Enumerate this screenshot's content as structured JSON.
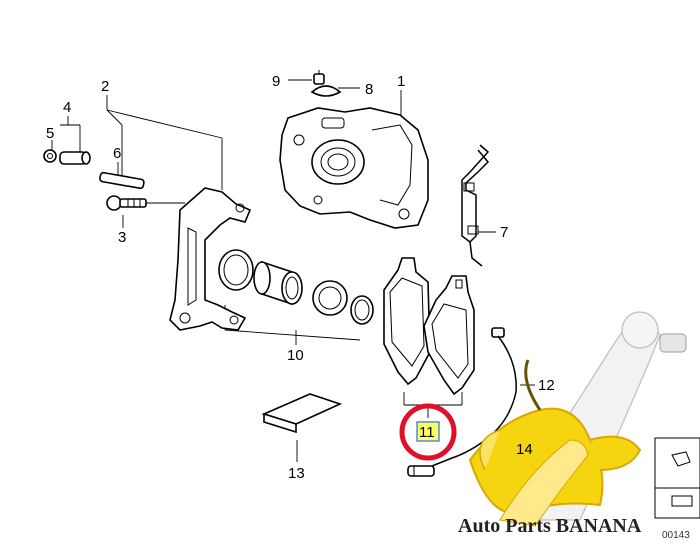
{
  "diagram": {
    "callouts": {
      "c1": "1",
      "c2": "2",
      "c3": "3",
      "c4": "4",
      "c5": "5",
      "c6": "6",
      "c7": "7",
      "c8": "8",
      "c9": "9",
      "c10": "10",
      "c11": "11",
      "c12": "12",
      "c13": "13",
      "c14": "14"
    },
    "highlighted_callout": "11",
    "highlight_color": "#ffff66",
    "circle_color": "#e0102a",
    "corner_code": "00143"
  },
  "watermark": {
    "text": "Auto Parts BANANA",
    "colors": {
      "banana": "#f5d410",
      "banana_shade": "#d8a800",
      "text": "#222222"
    }
  }
}
